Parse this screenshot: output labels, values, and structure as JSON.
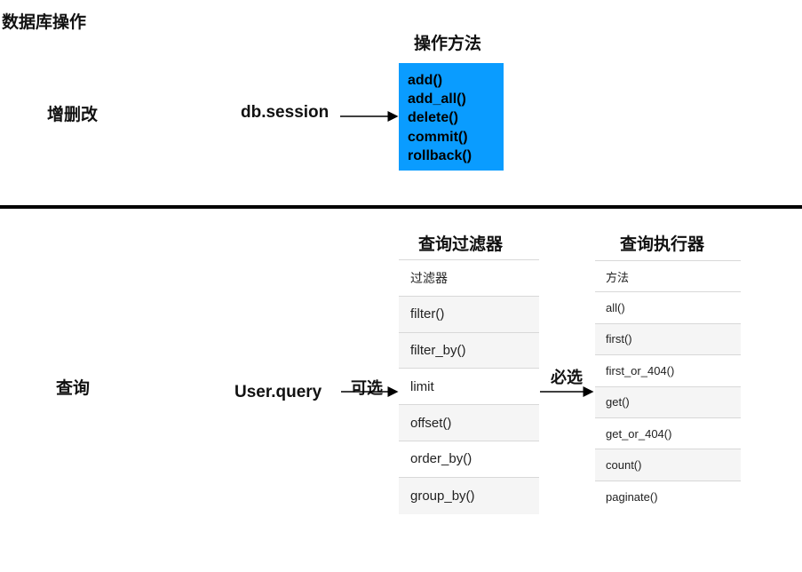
{
  "header": {
    "title": "数据库操作"
  },
  "crud": {
    "label": "增删改",
    "source": "db.session",
    "ops_title": "操作方法",
    "ops": [
      "add()",
      "add_all()",
      "delete()",
      "commit()",
      "rollback()"
    ]
  },
  "query": {
    "label": "查询",
    "source": "User.query",
    "optional_label": "可选",
    "required_label": "必选",
    "filter_title": "查询过滤器",
    "filter_header": "过滤器",
    "filters": [
      "filter()",
      "filter_by()",
      "limit",
      "offset()",
      "order_by()",
      "group_by()"
    ],
    "exec_title": "查询执行器",
    "exec_header": "方法",
    "executors": [
      "all()",
      "first()",
      "first_or_404()",
      "get()",
      "get_or_404()",
      "count()",
      "paginate()"
    ]
  },
  "colors": {
    "ops_box": "#0a9cff",
    "divider": "#000000",
    "row_alt": "#f5f5f5"
  }
}
